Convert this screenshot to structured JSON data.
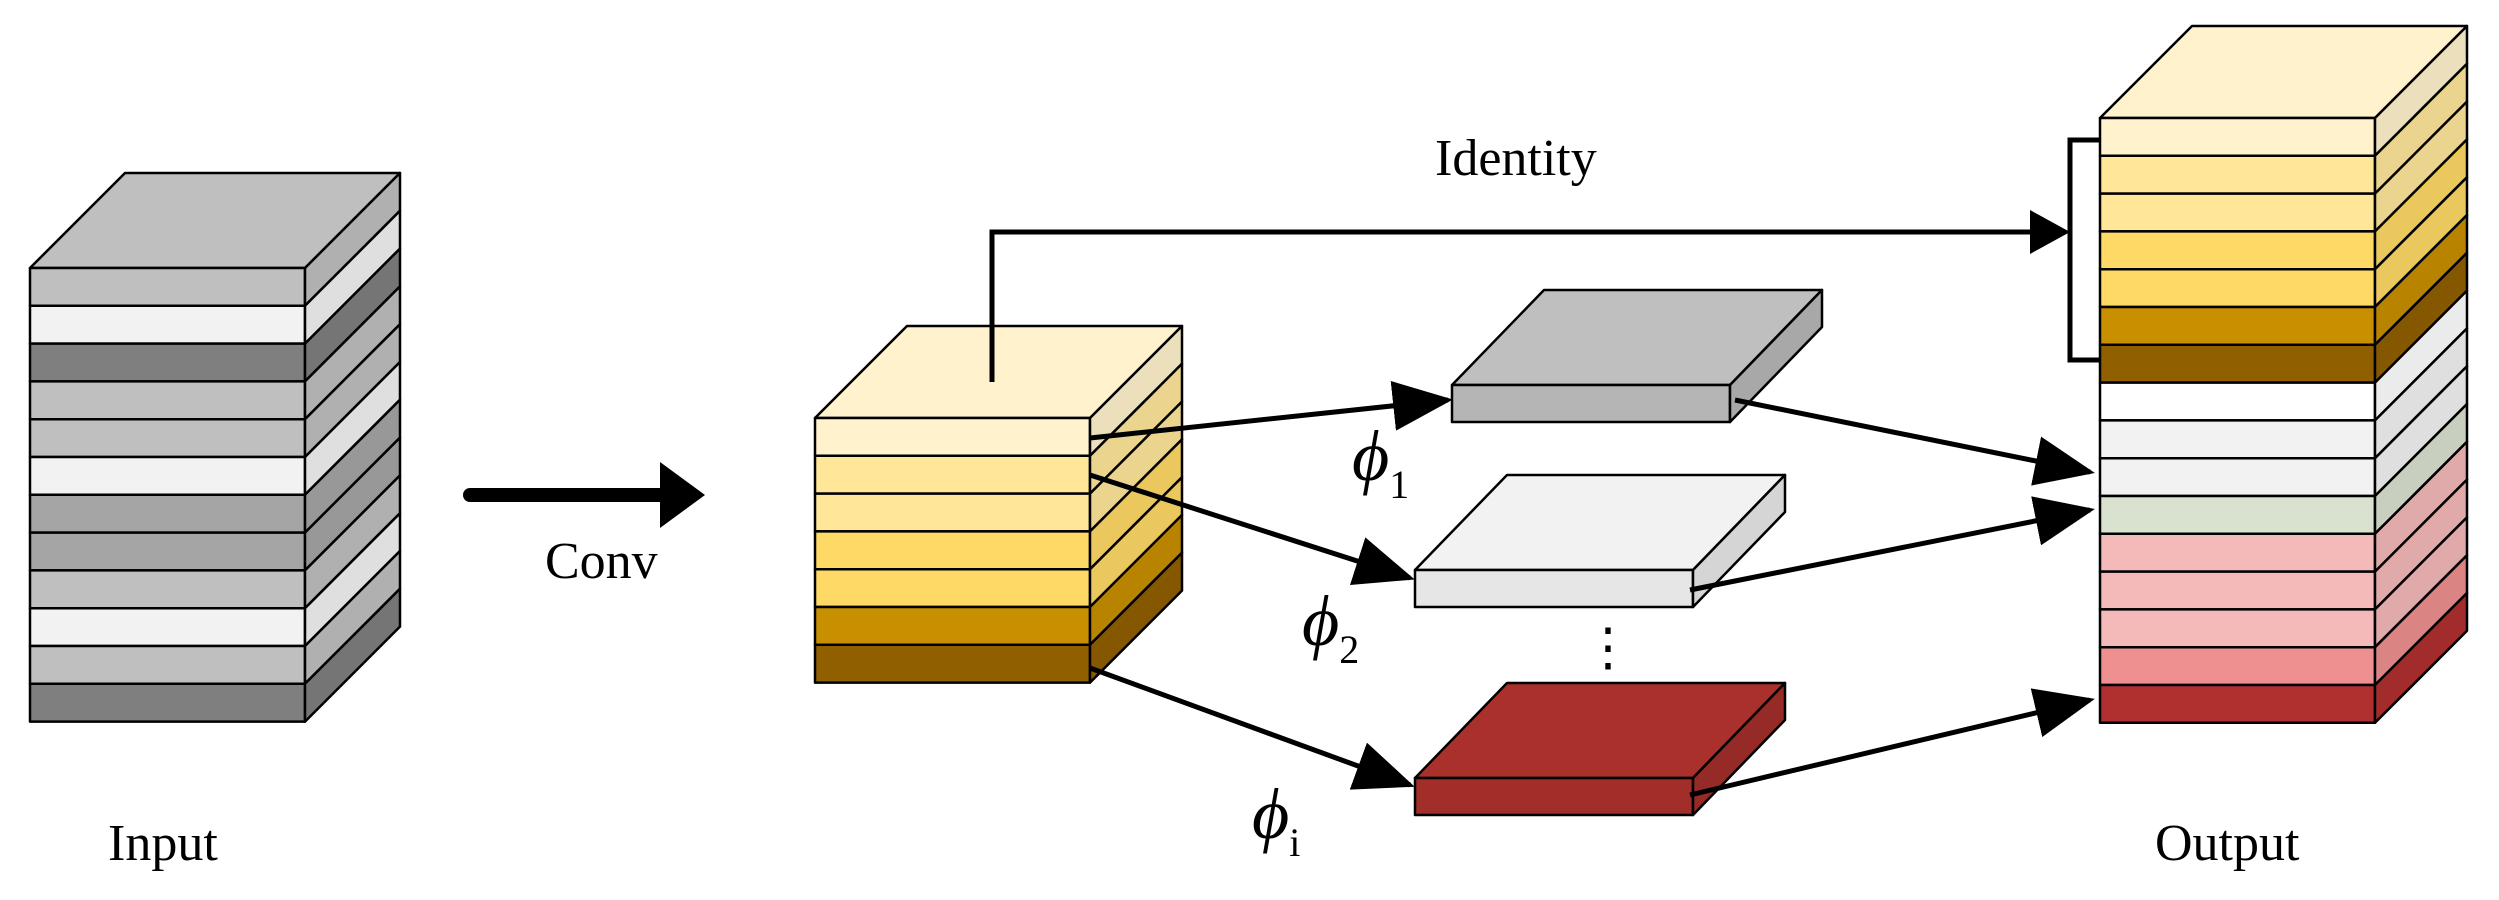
{
  "labels": {
    "input": "Input",
    "conv": "Conv",
    "identity": "Identity",
    "output": "Output",
    "dots": "⋮"
  },
  "phi": [
    {
      "symbol": "ϕ",
      "sub": "1"
    },
    {
      "symbol": "ϕ",
      "sub": "2"
    },
    {
      "symbol": "ϕ",
      "sub": "i"
    }
  ],
  "colors": {
    "input_layers": [
      "#bfbfbf",
      "#f2f2f2",
      "#7f7f7f",
      "#bfbfbf",
      "#bfbfbf",
      "#f2f2f2",
      "#a5a5a5",
      "#a5a5a5",
      "#bfbfbf",
      "#f2f2f2",
      "#bfbfbf",
      "#7f7f7f"
    ],
    "input_top": "#bfbfbf",
    "feature_layers": [
      "#fff2cc",
      "#ffe699",
      "#ffe699",
      "#ffd966",
      "#ffd966",
      "#c89000",
      "#8f5f00"
    ],
    "feature_top": "#fff2cc",
    "output_layers": [
      "#fff2cc",
      "#ffe699",
      "#ffe699",
      "#ffd966",
      "#ffd966",
      "#c89000",
      "#8f5f00",
      "#ffffff",
      "#f2f2f2",
      "#f2f2f2",
      "#d9e1cf",
      "#f4b9b9",
      "#f4b9b9",
      "#f4b9b9",
      "#ee9090",
      "#b03030"
    ],
    "output_top": "#fff2cc",
    "slab_1": "#bfbfbf",
    "slab_2": "#f2f2f2",
    "slab_i": "#a9302b"
  }
}
